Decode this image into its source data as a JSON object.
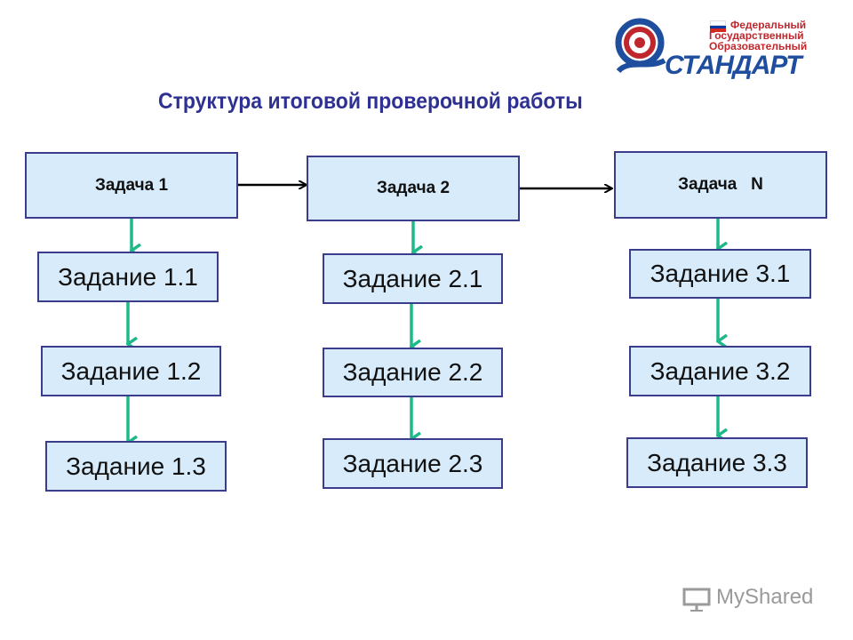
{
  "title": "Структура итоговой проверочной работы",
  "logo": {
    "line1": "Федеральный",
    "line2": "Государственный",
    "line3": "Образовательный",
    "name": "СТАНДАРТ",
    "flag_colors": [
      "#ffffff",
      "#0039a6",
      "#d52b1e"
    ]
  },
  "columns": [
    {
      "header": "Задача 1",
      "tasks": [
        "Задание 1.1",
        "Задание 1.2",
        "Задание 1.3"
      ]
    },
    {
      "header": "Задача 2",
      "tasks": [
        "Задание 2.1",
        "Задание 2.2",
        "Задание 2.3"
      ]
    },
    {
      "header": "Задача   N",
      "tasks": [
        "Задание 3.1",
        "Задание 3.2",
        "Задание 3.3"
      ]
    }
  ],
  "watermark": "MyShared",
  "colors": {
    "box_fill": "#d7ebfb",
    "box_border": "#3c3c8c",
    "down_arrow": "#1fb88a",
    "title": "#2e3192"
  }
}
